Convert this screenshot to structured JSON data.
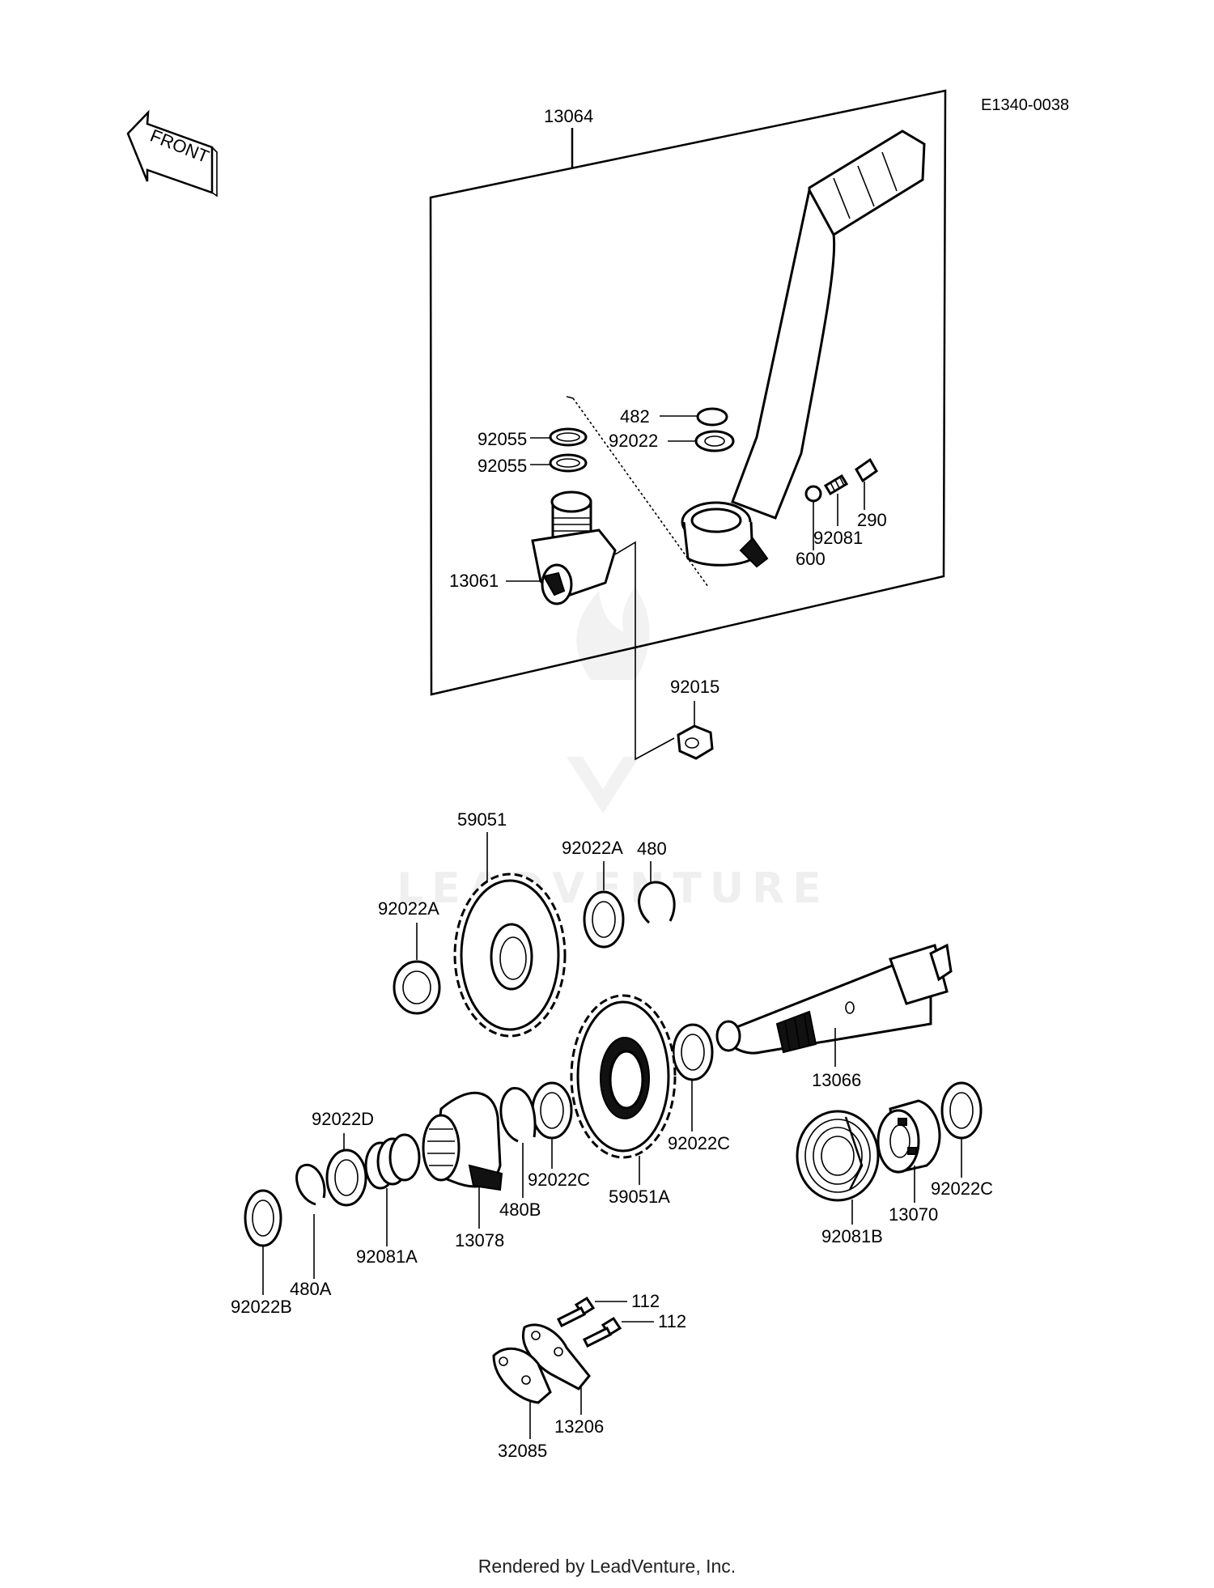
{
  "diagram_code": "E1340-0038",
  "front_label": "FRONT",
  "watermark_text": "LEADVENTURE",
  "footer_text": "Rendered by LeadVenture, Inc.",
  "labels": {
    "p13064": "13064",
    "p482": "482",
    "p92022": "92022",
    "p92055a": "92055",
    "p92055b": "92055",
    "p290": "290",
    "p92081": "92081",
    "p600": "600",
    "p13061": "13061",
    "p92015": "92015",
    "p59051": "59051",
    "p480": "480",
    "p92022A_1": "92022A",
    "p92022A_2": "92022A",
    "p13066": "13066",
    "p92022C_1": "92022C",
    "p92022C_2": "92022C",
    "p92022C_3": "92022C",
    "p59051A": "59051A",
    "p480B": "480B",
    "p92022D": "92022D",
    "p13078": "13078",
    "p92081A": "92081A",
    "p480A": "480A",
    "p92022B": "92022B",
    "p13070": "13070",
    "p92081B": "92081B",
    "p112a": "112",
    "p112b": "112",
    "p13206": "13206",
    "p32085": "32085"
  }
}
